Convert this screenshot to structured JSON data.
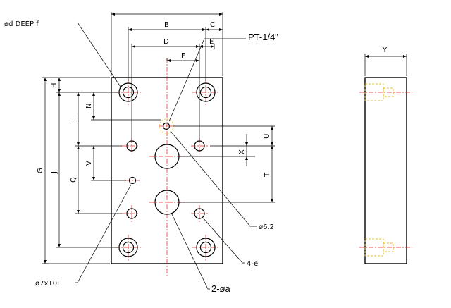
{
  "labels": {
    "deep": "ød DEEP f",
    "pt": "PT-1/4\"",
    "b": "B",
    "c": "C",
    "d": "D",
    "e": "E",
    "f": "F",
    "y": "Y",
    "h": "H",
    "n": "N",
    "l": "L",
    "g": "G",
    "j": "J",
    "v": "V",
    "q": "Q",
    "u": "U",
    "x": "X",
    "t": "T",
    "d62": "ø6.2",
    "e4": "4-e",
    "a2": "2-øa",
    "p7": "ø7x10L"
  }
}
